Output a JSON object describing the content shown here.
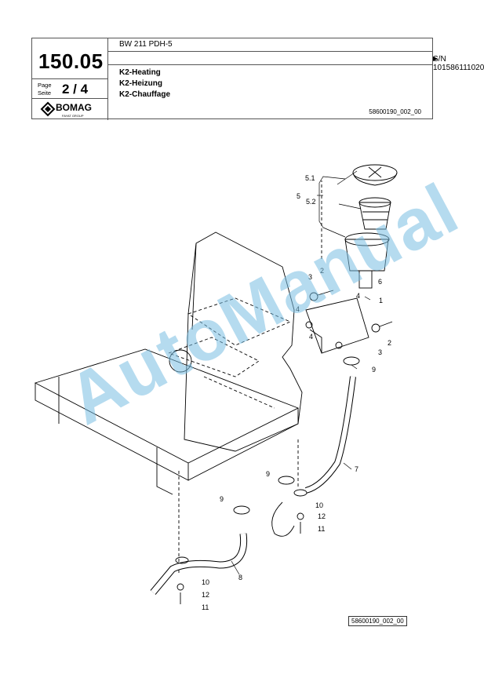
{
  "header": {
    "page_number": "150.05",
    "model": "BW 211 PDH-5",
    "serial": "S/N 101586111020",
    "serial_arrow": "▶",
    "page_label": "Page",
    "seite_label": "Seite",
    "page_of": "2 / 4",
    "logo_text": "BOMAG",
    "logo_subtext": "FAYAT GROUP",
    "titles": [
      "K2-Heating",
      "K2-Heizung",
      "K2-Chauffage"
    ],
    "doc_number": "58600190_002_00"
  },
  "diagram": {
    "labels": [
      "5.1",
      "5.2",
      "5",
      "2",
      "3",
      "6",
      "4",
      "1",
      "4",
      "4",
      "2",
      "3",
      "9",
      "7",
      "9",
      "10",
      "12",
      "11",
      "9",
      "8",
      "10",
      "12",
      "11"
    ]
  },
  "footer": {
    "drawing_number": "58600190_002_00"
  },
  "watermark": "AutoManual"
}
